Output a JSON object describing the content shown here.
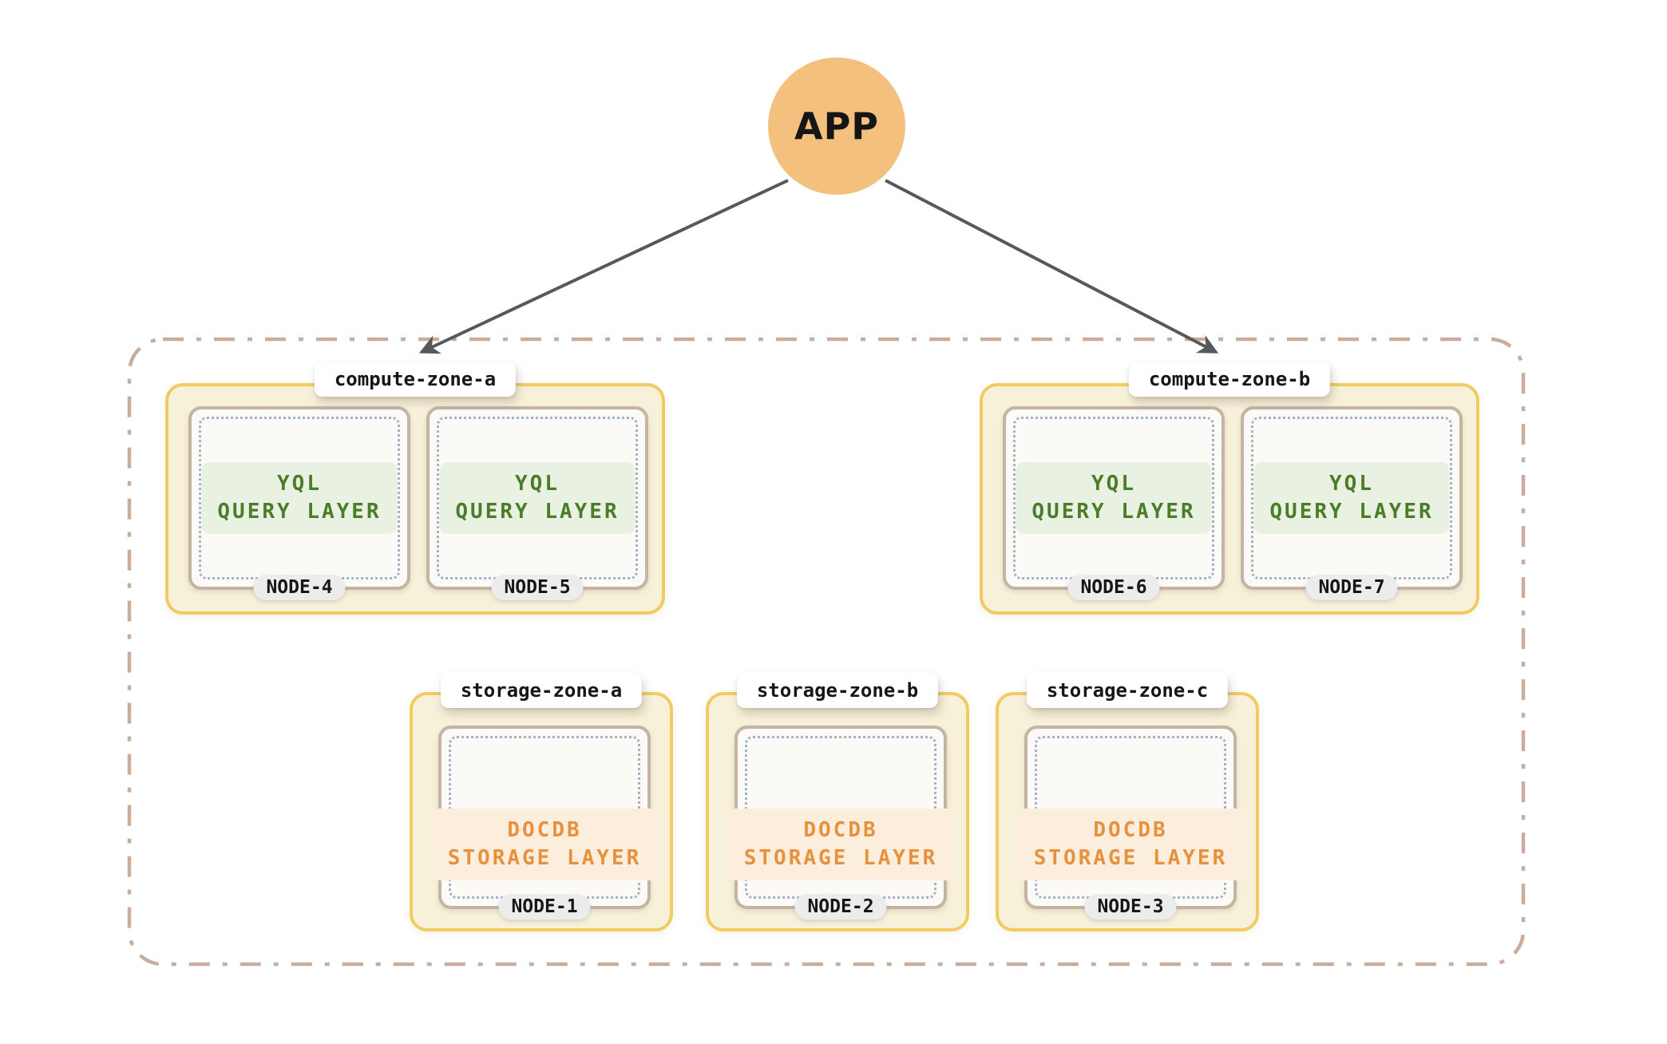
{
  "diagram": {
    "app_label": "APP",
    "compute_zones": [
      {
        "name": "compute-zone-a",
        "nodes": [
          {
            "id": "NODE-4",
            "layer_line1": "YQL",
            "layer_line2": "QUERY LAYER"
          },
          {
            "id": "NODE-5",
            "layer_line1": "YQL",
            "layer_line2": "QUERY LAYER"
          }
        ]
      },
      {
        "name": "compute-zone-b",
        "nodes": [
          {
            "id": "NODE-6",
            "layer_line1": "YQL",
            "layer_line2": "QUERY LAYER"
          },
          {
            "id": "NODE-7",
            "layer_line1": "YQL",
            "layer_line2": "QUERY LAYER"
          }
        ]
      }
    ],
    "storage_zones": [
      {
        "name": "storage-zone-a",
        "node": {
          "id": "NODE-1",
          "layer_line1": "DOCDB",
          "layer_line2": "STORAGE LAYER"
        }
      },
      {
        "name": "storage-zone-b",
        "node": {
          "id": "NODE-2",
          "layer_line1": "DOCDB",
          "layer_line2": "STORAGE LAYER"
        }
      },
      {
        "name": "storage-zone-c",
        "node": {
          "id": "NODE-3",
          "layer_line1": "DOCDB",
          "layer_line2": "STORAGE LAYER"
        }
      }
    ],
    "colors": {
      "app_circle": "#F3C17D",
      "zone_border": "#F1CA62",
      "zone_fill": "#F8F1DA",
      "node_border": "#C3B4A4",
      "node_fill": "#FBFAF7",
      "dotted_border": "#A3B3C5",
      "query_layer_text": "#4B7C27",
      "query_layer_fill": "#E9F2E2",
      "storage_layer_text": "#E8913D",
      "storage_layer_fill": "#FBEEDD",
      "cluster_boundary": "#C9AD9A",
      "arrow": "#57585A",
      "badge_fill": "#ECECEC",
      "label_text": "#161616"
    }
  }
}
